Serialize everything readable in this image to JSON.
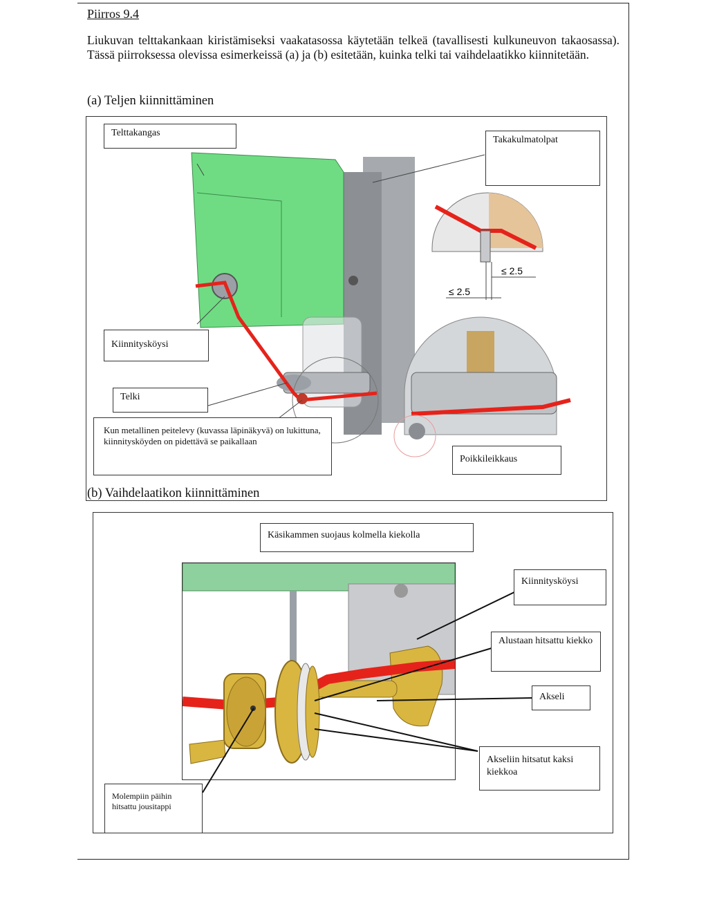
{
  "figure": {
    "title": "Piirros 9.4",
    "intro": "Liukuvan telttakankaan kiristämiseksi vaakatasossa käytetään telkeä (tavallisesti kulkuneuvon takaosassa). Tässä piirroksessa olevissa esimerkeissä (a) ja (b) esitetään, kuinka telki tai vaihdelaatikko kiinnitetään."
  },
  "section_a": {
    "caption": "(a)  Teljen kiinnittäminen",
    "labels": {
      "telttakangas": "Telttakangas",
      "takakulmatolpat": "Takakulmatolpat",
      "kiinnityskoysi": "Kiinnitysköysi",
      "telki": "Telki",
      "note": "Kun metallinen peitelevy (kuvassa läpinäkyvä) on lukittuna, kiinnitysköyden on pidettävä se paikallaan",
      "poikkileikkaus": "Poikkileikkaus",
      "dim1": "≤ 2.5",
      "dim2": "≤ 2.5"
    }
  },
  "section_b": {
    "caption": "(b)  Vaihdelaatikon kiinnittäminen",
    "labels": {
      "kasikammen": "Käsikammen suojaus kolmella kiekolla",
      "kiinnityskoysi": "Kiinnitysköysi",
      "alustaan": "Alustaan hitsattu kiekko",
      "akseli": "Akseli",
      "akseliin": "Akseliin hitsatut kaksi kiekkoa",
      "molempiin": "Molempiin päihin hitsattu jousitappi"
    }
  },
  "colors": {
    "tarp_green": "#6fdc83",
    "rope_red": "#e5231b",
    "brass": "#d9b640",
    "metal_gray": "#8c8f94"
  }
}
